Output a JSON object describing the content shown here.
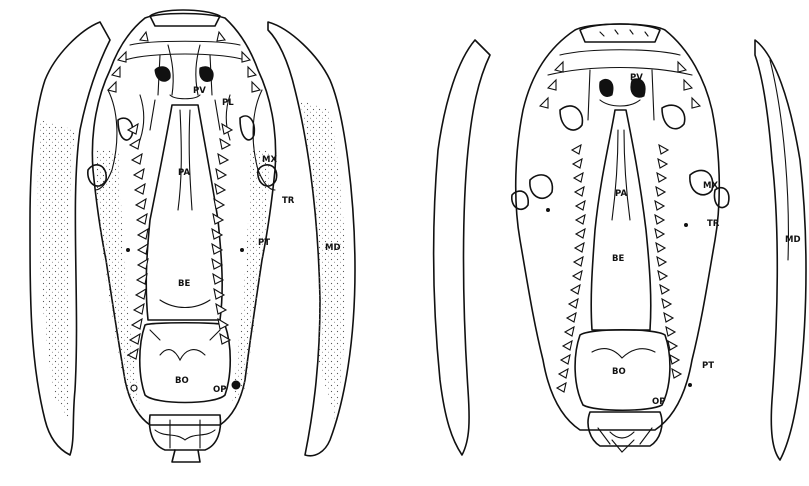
{
  "figure": {
    "labels": {
      "pv": "PV",
      "pl": "PL",
      "mx": "MX",
      "pa": "PA",
      "tr": "TR",
      "pt": "PT",
      "md": "MD",
      "be": "BE",
      "bo": "BO",
      "op": "OP"
    }
  }
}
